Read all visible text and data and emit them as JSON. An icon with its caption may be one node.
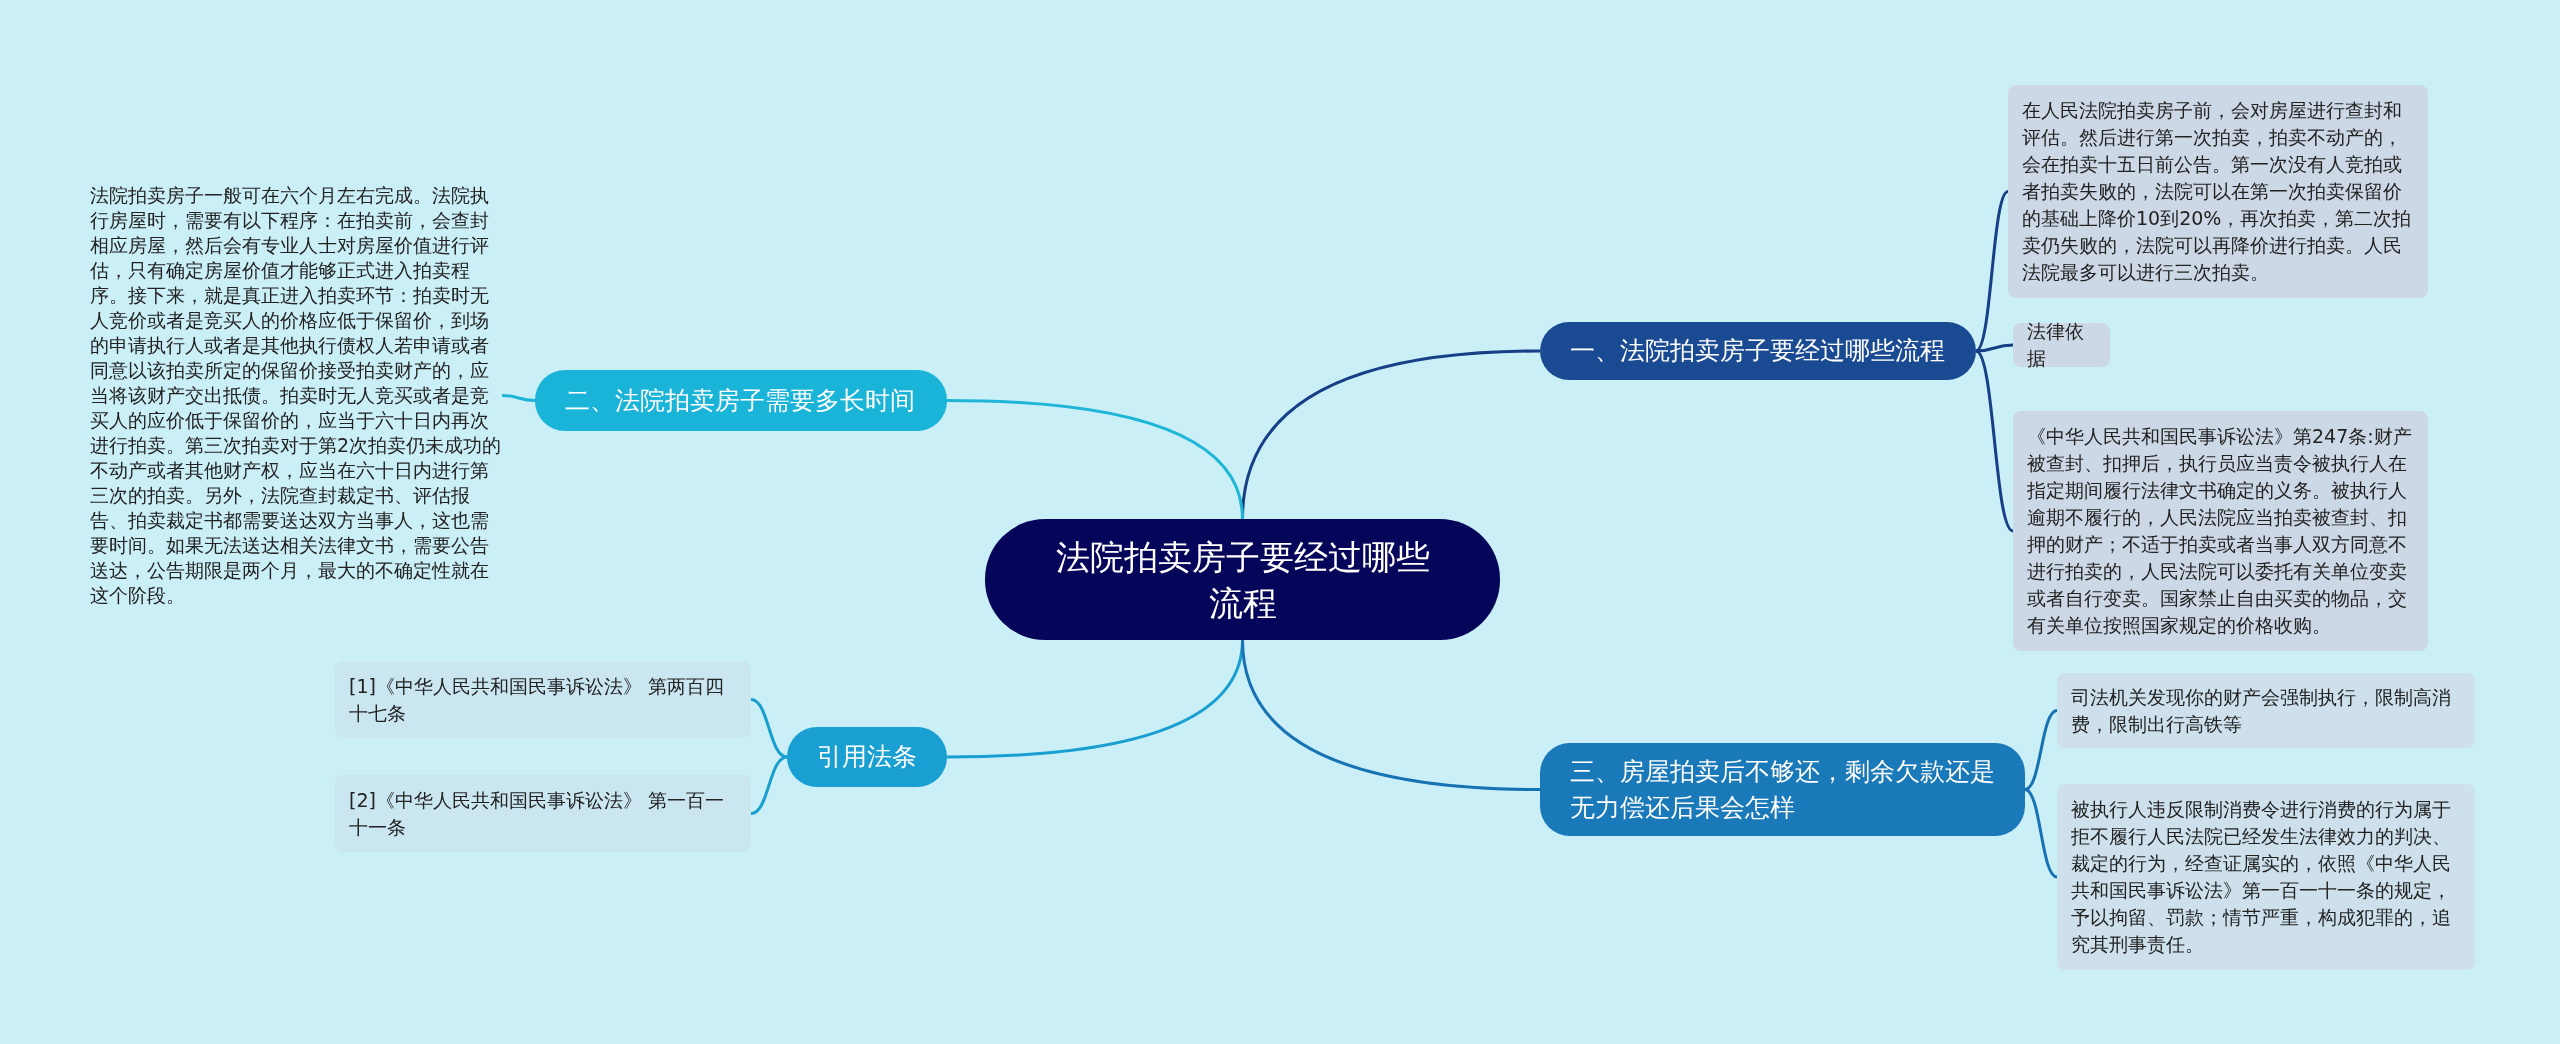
{
  "diagram": {
    "nodes": [
      {
        "text": [
          "法院拍卖房子要经过哪些流程"
        ]
      },
      {
        "text": [
          "一、法院拍卖房子要经过哪些流程"
        ]
      },
      {
        "text": [
          "在人民法院拍卖房子前，会对房屋进行查封和评估。然后进行第一次拍卖，拍卖不动产的，会在拍卖十五日前公告。第一次没有人竞拍或者拍卖失败的，法院可以在第一次拍卖保留价的基础上降价10到20%，再次拍卖，第二次拍卖仍失败的，法院可以再降价进行拍卖。人民法院最多可以进行三次拍卖。"
        ]
      },
      {
        "text": [
          "法律依据"
        ]
      },
      {
        "text": [
          "《中华人民共和国民事诉讼法》第247条:财产被查封、扣押后，执行员应当责令被执行人在指定期间履行法律文书确定的义务。被执行人逾期不履行的，人民法院应当拍卖被查封、扣押的财产；不适于拍卖或者当事人双方同意不进行拍卖的，人民法院可以委托有关单位变卖或者自行变卖。国家禁止自由买卖的物品，交有关单位按照国家规定的价格收购。"
        ]
      },
      {
        "text": [
          "二、法院拍卖房子需要多长时间"
        ]
      },
      {
        "text": [
          "法院拍卖房子一般可在六个月左右完成。法院执行房屋时，需要有以下程序：在拍卖前，会查封相应房屋，然后会有专业人士对房屋价值进行评估，只有确定房屋价值才能够正式进入拍卖程序。接下来，就是真正进入拍卖环节：拍卖时无人竞价或者是竞买人的价格应低于保留价，到场的申请执行人或者是其他执行债权人若申请或者同意以该拍卖所定的保留价接受拍卖财产的，应当将该财产交出抵债。拍卖时无人竞买或者是竞买人的应价低于保留价的，应当于六十日内再次进行拍卖。第三次拍卖对于第2次拍卖仍未成功的不动产或者其他财产权，应当在六十日内进行第三次的拍卖。另外，法院查封裁定书、评估报告、拍卖裁定书都需要送达双方当事人，这也需要时间。如果无法送达相关法律文书，需要公告送达，公告期限是两个月，最大的不确定性就在这个阶段。"
        ]
      },
      {
        "text": [
          "引用法条"
        ]
      },
      {
        "text": [
          "[1]《中华人民共和国民事诉讼法》 第两百四十七条"
        ]
      },
      {
        "text": [
          "[2]《中华人民共和国民事诉讼法》 第一百一十一条"
        ]
      },
      {
        "text": [
          "三、房屋拍卖后不够还，剩余欠款还是无力偿还后果会怎样"
        ]
      },
      {
        "text": [
          "司法机关发现你的财产会强制执行，限制高消费，限制出行高铁等"
        ]
      },
      {
        "text": [
          "被执行人违反限制消费令进行消费的行为属于拒不履行人民法院已经发生法律效力的判决、裁定的行为，经查证属实的，依照《中华人民共和国民事诉讼法》第一百一十一条的规定，予以拘留、罚款；情节严重，构成犯罪的，追究其刑事责任。"
        ]
      }
    ],
    "edges": [
      {
        "from": 0,
        "to": 1,
        "arrow": "none",
        "color": "#163f86"
      },
      {
        "from": 1,
        "to": 2,
        "arrow": "none",
        "color": "#163f86"
      },
      {
        "from": 1,
        "to": 3,
        "arrow": "none",
        "color": "#163f86"
      },
      {
        "from": 1,
        "to": 4,
        "arrow": "none",
        "color": "#163f86"
      },
      {
        "from": 0,
        "to": 5,
        "arrow": "none",
        "color": "#1fb5d6"
      },
      {
        "from": 5,
        "to": 6,
        "arrow": "none",
        "color": "#1fb5d6"
      },
      {
        "from": 0,
        "to": 7,
        "arrow": "none",
        "color": "#189fcf"
      },
      {
        "from": 7,
        "to": 8,
        "arrow": "none",
        "color": "#189fcf"
      },
      {
        "from": 7,
        "to": 9,
        "arrow": "none",
        "color": "#189fcf"
      },
      {
        "from": 0,
        "to": 10,
        "arrow": "none",
        "color": "#1672b3"
      },
      {
        "from": 10,
        "to": 11,
        "arrow": "none",
        "color": "#1672b3"
      },
      {
        "from": 10,
        "to": 12,
        "arrow": "none",
        "color": "#1672b3"
      }
    ]
  }
}
